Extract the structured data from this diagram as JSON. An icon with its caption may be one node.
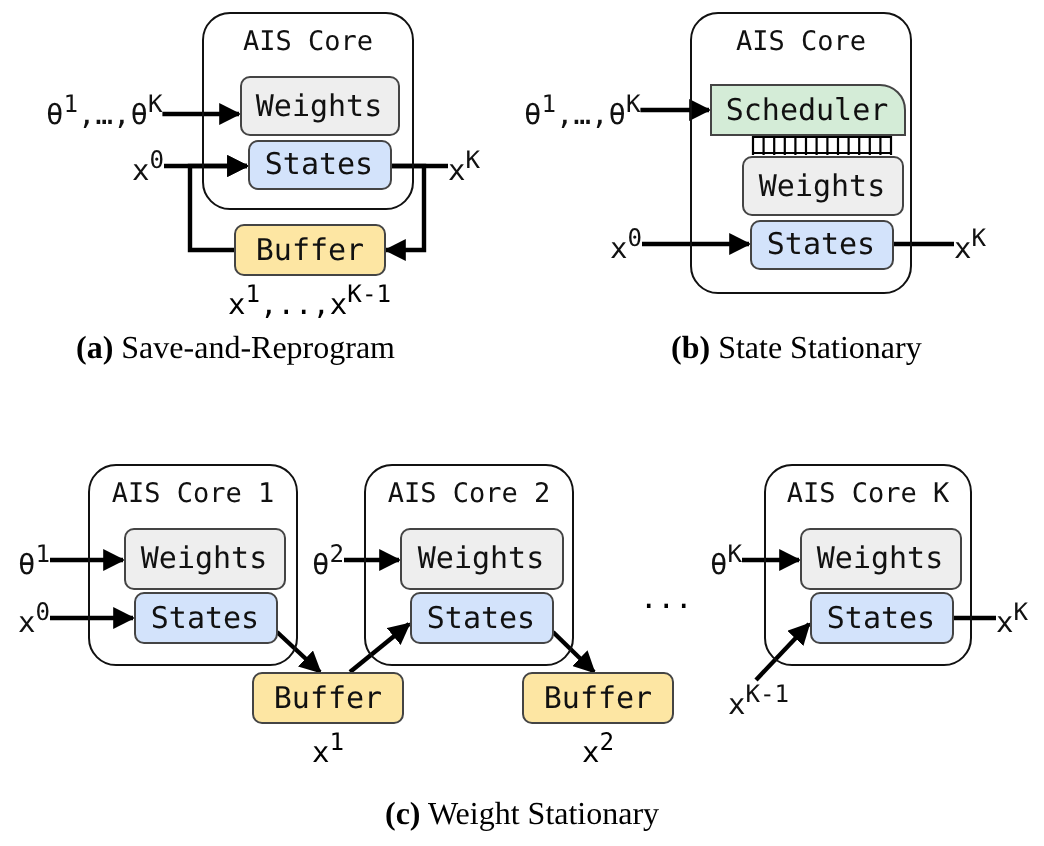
{
  "diagram": {
    "nodes": [
      {
        "text": [
          "AIS Core"
        ]
      },
      {
        "text": [
          "Weights"
        ],
        "in": 0
      },
      {
        "text": [
          "States"
        ],
        "in": 0
      },
      {
        "text": [
          "Buffer"
        ],
        "beside": [
          "x$^{1}$,..,x$^{K-1}$"
        ]
      },
      {
        "text": [
          "θ$^{1}$,…,θ$^{K}$"
        ]
      },
      {
        "text": [
          "x$^{0}$"
        ]
      },
      {
        "text": [
          "x$^{K}$"
        ]
      },
      {
        "text": [
          "AIS Core"
        ]
      },
      {
        "text": [
          "Scheduler"
        ],
        "in": 7
      },
      {
        "text": [
          "Weights"
        ],
        "in": 7
      },
      {
        "text": [
          "States"
        ],
        "in": 7
      },
      {
        "text": [
          "θ$^{1}$,…,θ$^{K}$"
        ]
      },
      {
        "text": [
          "x$^{0}$"
        ]
      },
      {
        "text": [
          "x$^{K}$"
        ]
      },
      {
        "text": [
          "AIS Core 1"
        ]
      },
      {
        "text": [
          "Weights"
        ],
        "in": 14
      },
      {
        "text": [
          "States"
        ],
        "in": 14
      },
      {
        "text": [
          "AIS Core 2"
        ]
      },
      {
        "text": [
          "Weights"
        ],
        "in": 17
      },
      {
        "text": [
          "States"
        ],
        "in": 17
      },
      {
        "text": [
          "AIS Core K"
        ]
      },
      {
        "text": [
          "Weights"
        ],
        "in": 20
      },
      {
        "text": [
          "States"
        ],
        "in": 20
      },
      {
        "text": [
          "Buffer"
        ],
        "beside": [
          "x$^{1}$"
        ]
      },
      {
        "text": [
          "Buffer"
        ],
        "beside": [
          "x$^{2}$"
        ]
      },
      {
        "text": [
          "θ$^{1}$"
        ]
      },
      {
        "text": [
          "x$^{0}$"
        ]
      },
      {
        "text": [
          "θ$^{2}$"
        ]
      },
      {
        "text": [
          "θ$^{K}$"
        ]
      },
      {
        "text": [
          "x$^{K-1}$"
        ]
      },
      {
        "text": [
          "x$^{K}$"
        ]
      }
    ],
    "edges": [
      {
        "from": 4,
        "to": 1,
        "arrow": "to"
      },
      {
        "from": 5,
        "to": 2,
        "arrow": "to"
      },
      {
        "from": 3,
        "to": 2,
        "arrow": "to"
      },
      {
        "from": 2,
        "to": 3,
        "arrow": "to"
      },
      {
        "from": 2,
        "to": 6,
        "arrow": "none"
      },
      {
        "from": 11,
        "to": 8,
        "arrow": "to"
      },
      {
        "from": 12,
        "to": 10,
        "arrow": "to"
      },
      {
        "from": 10,
        "to": 13,
        "arrow": "none"
      },
      {
        "from": 8,
        "to": 9,
        "arrow": "none"
      },
      {
        "from": 25,
        "to": 15,
        "arrow": "to"
      },
      {
        "from": 26,
        "to": 16,
        "arrow": "to"
      },
      {
        "from": 16,
        "to": 23,
        "arrow": "to"
      },
      {
        "from": 23,
        "to": 19,
        "arrow": "to"
      },
      {
        "from": 27,
        "to": 18,
        "arrow": "to"
      },
      {
        "from": 19,
        "to": 24,
        "arrow": "to"
      },
      {
        "from": 28,
        "to": 21,
        "arrow": "to"
      },
      {
        "from": 29,
        "to": 22,
        "arrow": "to"
      },
      {
        "from": 22,
        "to": 30,
        "arrow": "none"
      }
    ],
    "labels": [
      "**(a)** Save-and-Reprogram",
      "**(b)** State Stationary",
      "...",
      "**(c)** Weight Stationary"
    ]
  }
}
